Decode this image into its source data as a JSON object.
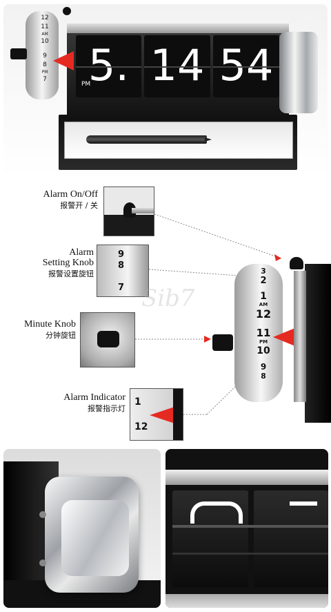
{
  "clock": {
    "flip_hour": "5.",
    "flip_minute": "14",
    "flip_second": "54",
    "pm_label": "PM",
    "dial_numbers": [
      "12",
      "11",
      "10",
      "9",
      "8",
      "7"
    ],
    "dial_am": "AM",
    "dial_pm": "PM"
  },
  "callouts": {
    "alarm_on_off": {
      "en": "Alarm On/Off",
      "cn": "报警开 / 关"
    },
    "alarm_setting_knob": {
      "en_line1": "Alarm",
      "en_line2": "Setting Knob",
      "cn": "报警设置旋钮"
    },
    "minute_knob": {
      "en": "Minute Knob",
      "cn": "分钟旋钮"
    },
    "alarm_indicator": {
      "en": "Alarm Indicator",
      "cn": "报警指示灯"
    }
  },
  "detail_dial": {
    "numbers": [
      "3",
      "2",
      "1",
      "12",
      "11",
      "10",
      "9",
      "8"
    ],
    "am": "AM",
    "pm": "PM"
  },
  "watermark": "Sib7",
  "colors": {
    "indicator_red": "#e52a22",
    "flip_black": "#0d0d0d",
    "chrome": "#c9ccd0"
  }
}
